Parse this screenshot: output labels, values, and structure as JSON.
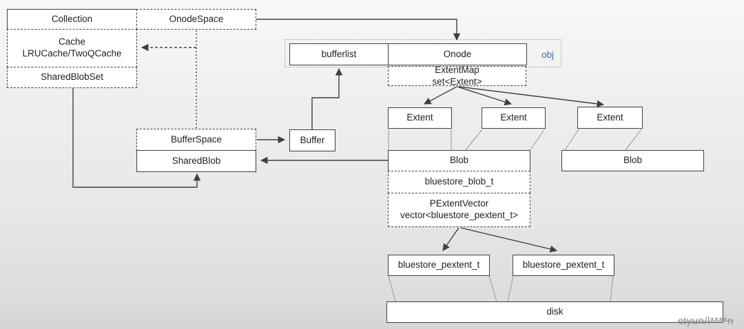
{
  "diagram": {
    "nodes": {
      "collection": "Collection",
      "onodespace": "OnodeSpace",
      "cache_line1": "Cache",
      "cache_line2": "LRUCache/TwoQCache",
      "sharedblobset": "SharedBlobSet",
      "bufferlist": "bufferlist",
      "onode": "Onode",
      "obj": "obj",
      "extentmap_left": "ExtentMap",
      "extentmap_right": "set<Extent>",
      "extent1": "Extent",
      "extent2": "Extent",
      "extent3": "Extent",
      "bufferspace": "BufferSpace",
      "sharedblob": "SharedBlob",
      "buffer": "Buffer",
      "blob1": "Blob",
      "blob2": "Blob",
      "bluestore_blob_t": "bluestore_blob_t",
      "pextentvector_line1": "PExtentVector",
      "pextentvector_line2": "vector<bluestore_pextent_t>",
      "pextent1": "bluestore_pextent_t",
      "pextent2": "bluestore_pextent_t",
      "disk": "disk"
    },
    "watermark": "ctyun/l****n",
    "colors": {
      "line_dark": "#3f3f3f",
      "line_light": "#959ebc",
      "obj_text": "#4a6cb3",
      "watermark_text": "#8d8d8d"
    }
  }
}
